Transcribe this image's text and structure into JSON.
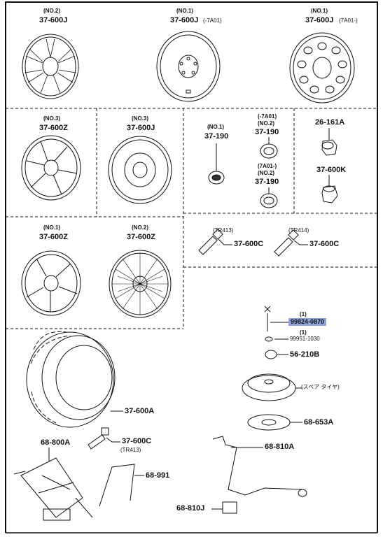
{
  "wheels": {
    "w1": {
      "no": "(NO.2)",
      "pn": "37-600J"
    },
    "w2": {
      "no": "(NO.1)",
      "pn": "37-600J",
      "note": "(-7A01)"
    },
    "w3": {
      "no": "(NO.1)",
      "pn": "37-600J",
      "note": "(7A01-)"
    },
    "w4": {
      "no": "(NO.3)",
      "pn": "37-600Z"
    },
    "w5": {
      "no": "(NO.3)",
      "pn": "37-600J"
    },
    "w6": {
      "no": "(NO.1)",
      "pn": "37-600Z"
    },
    "w7": {
      "no": "(NO.2)",
      "pn": "37-600Z"
    }
  },
  "caps": {
    "c1": {
      "no": "(NO.1)",
      "pn": "37-190"
    },
    "c2": {
      "note": "(-7A01)",
      "no": "(NO.2)",
      "pn": "37-190"
    },
    "c3": {
      "note": "(7A01-)",
      "no": "(NO.2)",
      "pn": "37-190"
    }
  },
  "misc": {
    "nut": "26-161A",
    "key": "37-600K",
    "valve1_note": "(TR413)",
    "valve1_pn": "37-600C",
    "valve2_note": "(TR414)",
    "valve2_pn": "37-600C"
  },
  "spare": {
    "bolt_qty": "(1)",
    "bolt_pn": "99824-0870",
    "washer_qty": "(1)",
    "washer_pn": "99951-1030",
    "cap_pn": "56-210B",
    "spare_note": "(スペア タイヤ)",
    "spacer_pn": "68-653A"
  },
  "bottom": {
    "tire_pn": "37-600A",
    "valve_pn": "37-600C",
    "valve_note": "(TR413)",
    "jack_pn": "68-800A",
    "bar_pn": "68-991",
    "handle_pn": "68-810A",
    "handle2_pn": "68-810J"
  },
  "colors": {
    "highlight": "#8fa3d9"
  }
}
